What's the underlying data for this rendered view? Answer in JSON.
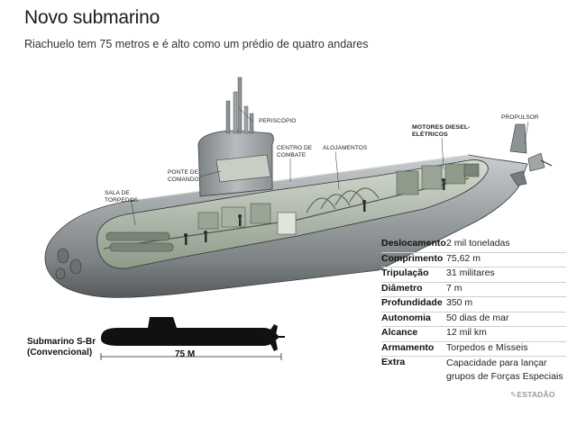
{
  "title": "Novo submarino",
  "subtitle": "Riachuelo tem 75 metros e é alto como um prédio de quatro andares",
  "callouts": {
    "periscope": "PERISCÓPIO",
    "combat_center_1": "CENTRO DE",
    "combat_center_2": "COMBATE",
    "quarters": "ALOJAMENTOS",
    "engines_1": "MOTORES DIESEL-",
    "engines_2": "ELÉTRICOS",
    "propeller": "PROPULSOR",
    "bridge_1": "PONTE DE",
    "bridge_2": "COMANDO",
    "torpedo_room_1": "SALA DE",
    "torpedo_room_2": "TORPEDOS"
  },
  "specs": [
    {
      "label": "Deslocamento",
      "value": "2 mil toneladas"
    },
    {
      "label": "Comprimento",
      "value": "75,62 m"
    },
    {
      "label": "Tripulação",
      "value": "31 militares"
    },
    {
      "label": "Diâmetro",
      "value": "7 m"
    },
    {
      "label": "Profundidade",
      "value": "350 m"
    },
    {
      "label": "Autonomia",
      "value": "50 dias de mar"
    },
    {
      "label": "Alcance",
      "value": "12 mil km"
    },
    {
      "label": "Armamento",
      "value": "Torpedos e Mísseis"
    },
    {
      "label": "Extra",
      "value_line1": "Capacidade para lançar",
      "value_line2": "grupos de Forças Especiais"
    }
  ],
  "silhouette": {
    "label_line1": "Submarino S-Br",
    "label_line2": "(Convencional)",
    "length": "75 M"
  },
  "brand": "ESTADÃO",
  "colors": {
    "hull": "#8f9497",
    "hull_dark": "#5e6366",
    "interior": "#b9c2b3",
    "interior_dark": "#6d7a6a",
    "silhouette": "#111111"
  }
}
